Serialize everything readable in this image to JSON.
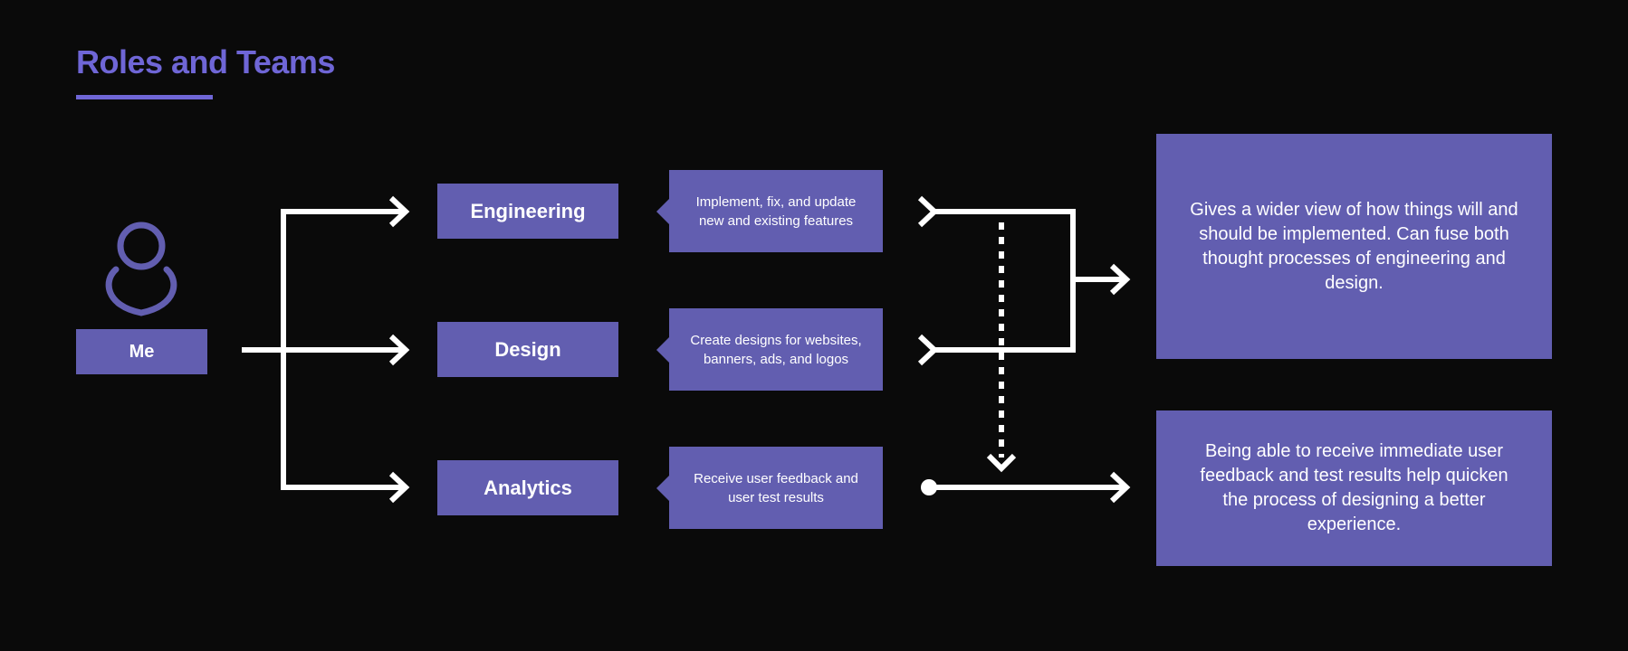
{
  "title": "Roles and Teams",
  "me": {
    "label": "Me",
    "icon": "person-icon"
  },
  "teams": [
    {
      "label": "Engineering",
      "description": "Implement, fix, and update new and existing features"
    },
    {
      "label": "Design",
      "description": "Create designs for websites, banners, ads, and logos"
    },
    {
      "label": "Analytics",
      "description": "Receive user feedback and user test results"
    }
  ],
  "outcomes": [
    {
      "text": "Gives a wider view of how things will and should be implemented. Can fuse both thought processes of engineering and design."
    },
    {
      "text": "Being able to receive immediate user feedback and test results help quicken the process of designing a better experience."
    }
  ],
  "colors": {
    "background": "#0a0a0a",
    "accent": "#625eb0",
    "title": "#6f66d6",
    "line": "#ffffff"
  }
}
